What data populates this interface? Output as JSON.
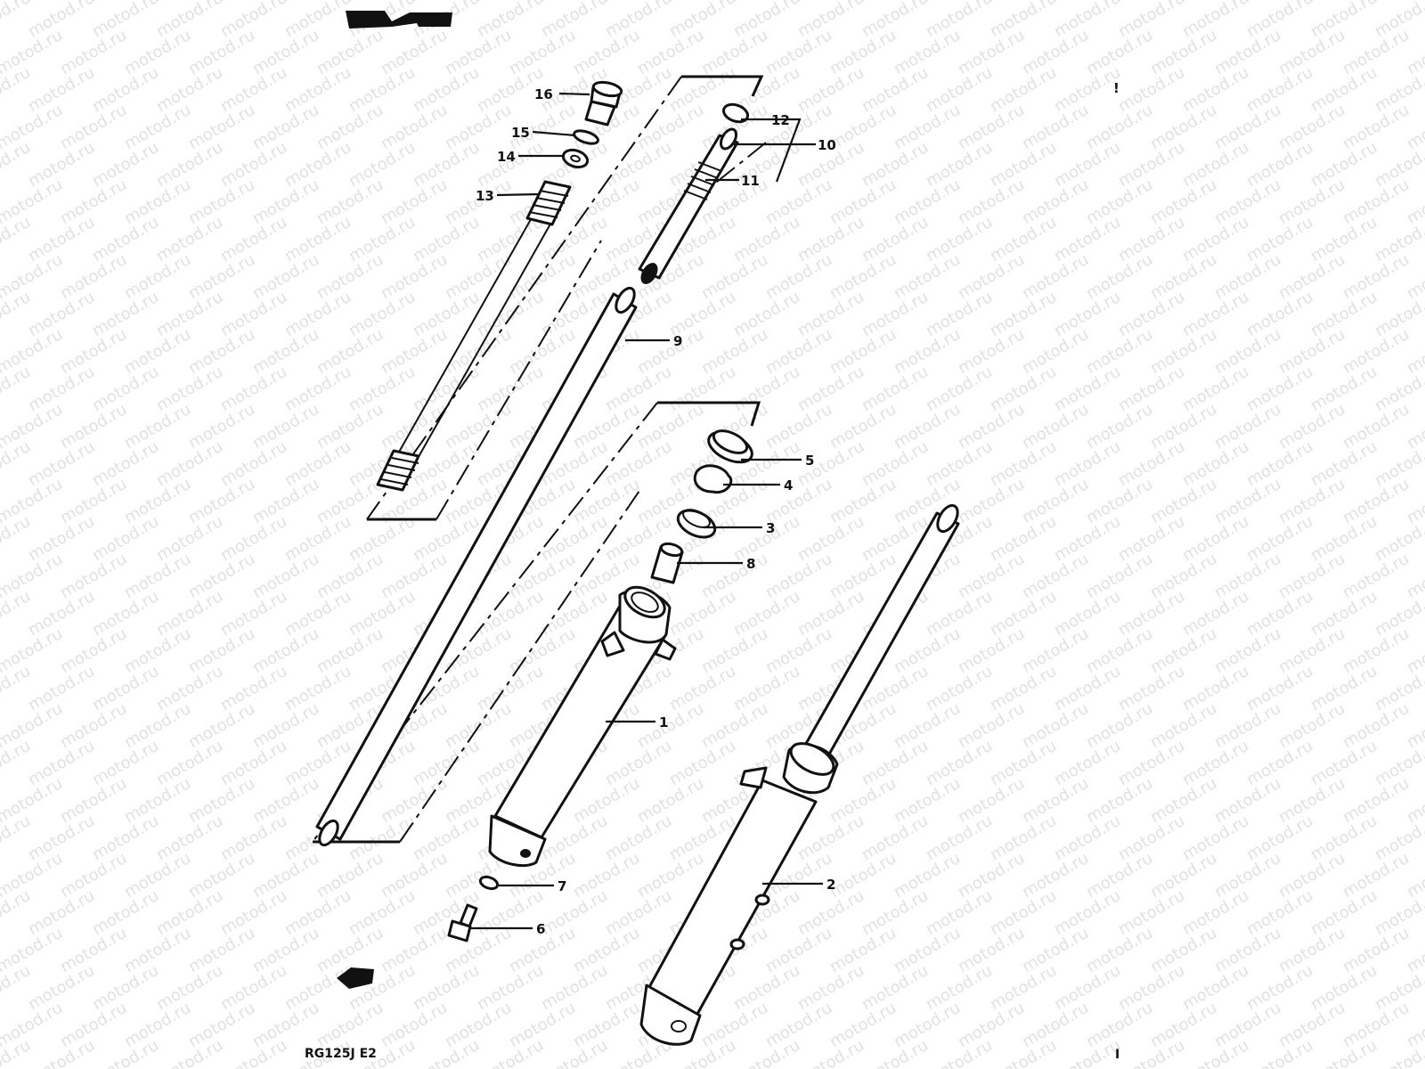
{
  "watermark": {
    "text": "motod.ru"
  },
  "footer": {
    "model_code": "RG125J E2",
    "page_mark": "I"
  },
  "marks": {
    "exclamation": "!"
  },
  "parts": [
    {
      "id": "p1",
      "label": "1",
      "name": "outer-tube-left"
    },
    {
      "id": "p2",
      "label": "2",
      "name": "front-fork-right"
    },
    {
      "id": "p3",
      "label": "3",
      "name": "oil-seal-spacer"
    },
    {
      "id": "p4",
      "label": "4",
      "name": "oil-seal-ring"
    },
    {
      "id": "p5",
      "label": "5",
      "name": "dust-seal"
    },
    {
      "id": "p6",
      "label": "6",
      "name": "bolt"
    },
    {
      "id": "p7",
      "label": "7",
      "name": "gasket-washer"
    },
    {
      "id": "p8",
      "label": "8",
      "name": "cylinder-bushing"
    },
    {
      "id": "p9",
      "label": "9",
      "name": "inner-tube"
    },
    {
      "id": "p10",
      "label": "10",
      "name": "damper-rod"
    },
    {
      "id": "p11",
      "label": "11",
      "name": "rebound-spring"
    },
    {
      "id": "p12",
      "label": "12",
      "name": "ring"
    },
    {
      "id": "p13",
      "label": "13",
      "name": "fork-spring"
    },
    {
      "id": "p14",
      "label": "14",
      "name": "spacer"
    },
    {
      "id": "p15",
      "label": "15",
      "name": "o-ring"
    },
    {
      "id": "p16",
      "label": "16",
      "name": "cap-bolt"
    }
  ]
}
